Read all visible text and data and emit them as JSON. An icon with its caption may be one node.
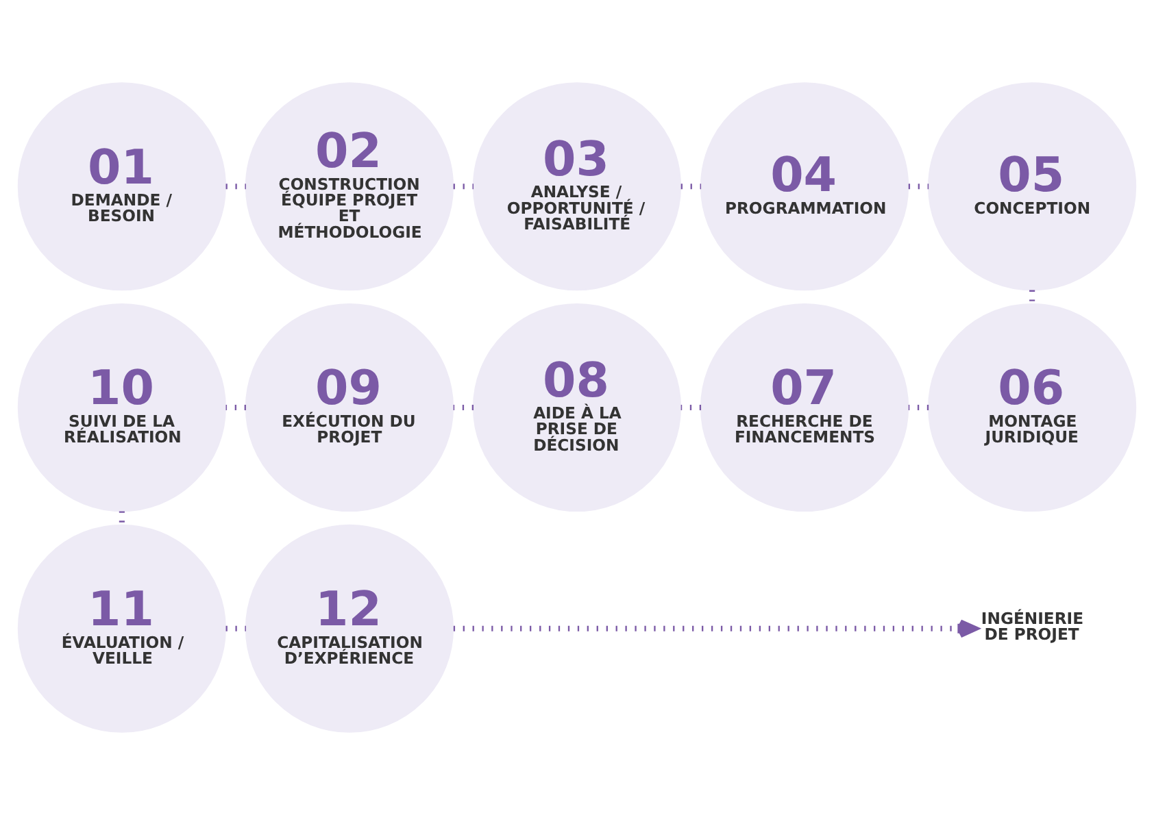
{
  "diagram": {
    "nodes": [
      {
        "text": [
          "01",
          "DEMANDE / BESOIN"
        ]
      },
      {
        "text": [
          "02",
          "CONSTRUCTION ÉQUIPE PROJET ET MÉTHODOLOGIE"
        ]
      },
      {
        "text": [
          "03",
          "ANALYSE / OPPORTUNITÉ / FAISABILITÉ"
        ]
      },
      {
        "text": [
          "04",
          "PROGRAMMATION"
        ]
      },
      {
        "text": [
          "05",
          "CONCEPTION"
        ]
      },
      {
        "text": [
          "06",
          "MONTAGE JURIDIQUE"
        ]
      },
      {
        "text": [
          "07",
          "RECHERCHE DE FINANCEMENTS"
        ]
      },
      {
        "text": [
          "08",
          "AIDE À LA PRISE DE DÉCISION"
        ]
      },
      {
        "text": [
          "09",
          "EXÉCUTION DU PROJET"
        ]
      },
      {
        "text": [
          "10",
          "SUIVI DE LA RÉALISATION"
        ]
      },
      {
        "text": [
          "11",
          "ÉVALUATION / VEILLE"
        ]
      },
      {
        "text": [
          "12",
          "CAPITALISATION D’EXPÉRIENCE"
        ]
      },
      {
        "text": [
          "INGÉNIERIE DE PROJET"
        ]
      }
    ],
    "edges": [
      {
        "from": 0,
        "to": 1,
        "arrow": "none",
        "style": "dashed"
      },
      {
        "from": 1,
        "to": 2,
        "arrow": "none",
        "style": "dashed"
      },
      {
        "from": 2,
        "to": 3,
        "arrow": "none",
        "style": "dashed"
      },
      {
        "from": 3,
        "to": 4,
        "arrow": "none",
        "style": "dashed"
      },
      {
        "from": 4,
        "to": 5,
        "arrow": "none",
        "style": "dashed"
      },
      {
        "from": 5,
        "to": 6,
        "arrow": "none",
        "style": "dashed"
      },
      {
        "from": 6,
        "to": 7,
        "arrow": "none",
        "style": "dashed"
      },
      {
        "from": 7,
        "to": 8,
        "arrow": "none",
        "style": "dashed"
      },
      {
        "from": 8,
        "to": 9,
        "arrow": "none",
        "style": "dashed"
      },
      {
        "from": 9,
        "to": 10,
        "arrow": "none",
        "style": "dashed"
      },
      {
        "from": 10,
        "to": 11,
        "arrow": "none",
        "style": "dashed"
      },
      {
        "from": 11,
        "to": 12,
        "arrow": "to",
        "style": "dashed"
      }
    ]
  }
}
